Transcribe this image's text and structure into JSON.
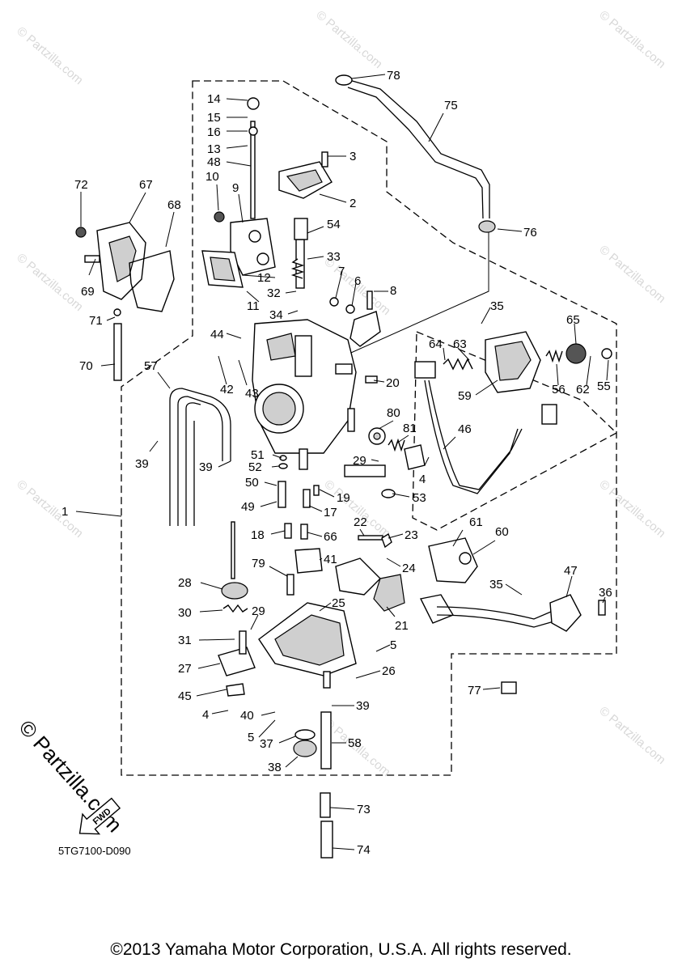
{
  "diagram": {
    "code": "5TG7100-D090",
    "copyright": "©2013 Yamaha Motor Corporation, U.S.A. All rights reserved.",
    "watermark": "© Partzilla.com",
    "side_watermark": "© Partzilla.com",
    "fwd_arrow": "FWD"
  },
  "callouts": {
    "c78": "78",
    "c75": "75",
    "c14": "14",
    "c15": "15",
    "c16": "16",
    "c13": "13",
    "c48": "48",
    "c3": "3",
    "c10": "10",
    "c9": "9",
    "c2": "2",
    "c72": "72",
    "c67": "67",
    "c68": "68",
    "c54": "54",
    "c76": "76",
    "c33": "33",
    "c12": "12",
    "c7": "7",
    "c6": "6",
    "c8": "8",
    "c69": "69",
    "c32": "32",
    "c11": "11",
    "c34": "34",
    "c35a": "35",
    "c71": "71",
    "c65": "65",
    "c44": "44",
    "c64": "64",
    "c63": "63",
    "c70": "70",
    "c57": "57",
    "c42": "42",
    "c43": "43",
    "c20": "20",
    "c56": "56",
    "c62": "62",
    "c55": "55",
    "c59": "59",
    "c80": "80",
    "c81": "81",
    "c46": "46",
    "c51": "51",
    "c52": "52",
    "c39a": "39",
    "c39b": "39",
    "c29a": "29",
    "c4a": "4",
    "c50": "50",
    "c19": "19",
    "c53": "53",
    "c1": "1",
    "c49": "49",
    "c17": "17",
    "c61": "61",
    "c60": "60",
    "c22": "22",
    "c23": "23",
    "c18": "18",
    "c66": "66",
    "c41": "41",
    "c24": "24",
    "c79": "79",
    "c47": "47",
    "c35b": "35",
    "c36": "36",
    "c28": "28",
    "c25": "25",
    "c30": "30",
    "c29b": "29",
    "c21": "21",
    "c31": "31",
    "c5a": "5",
    "c27": "27",
    "c26": "26",
    "c77": "77",
    "c45": "45",
    "c39c": "39",
    "c4b": "4",
    "c40": "40",
    "c5b": "5",
    "c37": "37",
    "c58": "58",
    "c38": "38",
    "c73": "73",
    "c74": "74"
  }
}
